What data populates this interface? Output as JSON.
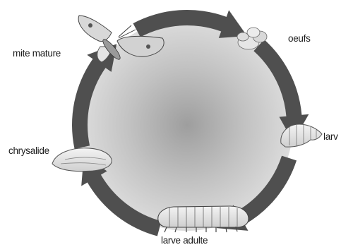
{
  "diagram": {
    "title": "",
    "stages": [
      {
        "id": "eggs",
        "label": "oeufs"
      },
      {
        "id": "larva",
        "label": "larv"
      },
      {
        "id": "adult-larva",
        "label": "larve adulte"
      },
      {
        "id": "chrysalis",
        "label": "chrysalide"
      },
      {
        "id": "mature-moth",
        "label": "mite mature"
      }
    ],
    "colors": {
      "arrow": "#4f4f4f",
      "disc_outer": "#dcdcdc",
      "disc_inner": "#9e9e9e",
      "label": "#1a1a1a"
    }
  }
}
